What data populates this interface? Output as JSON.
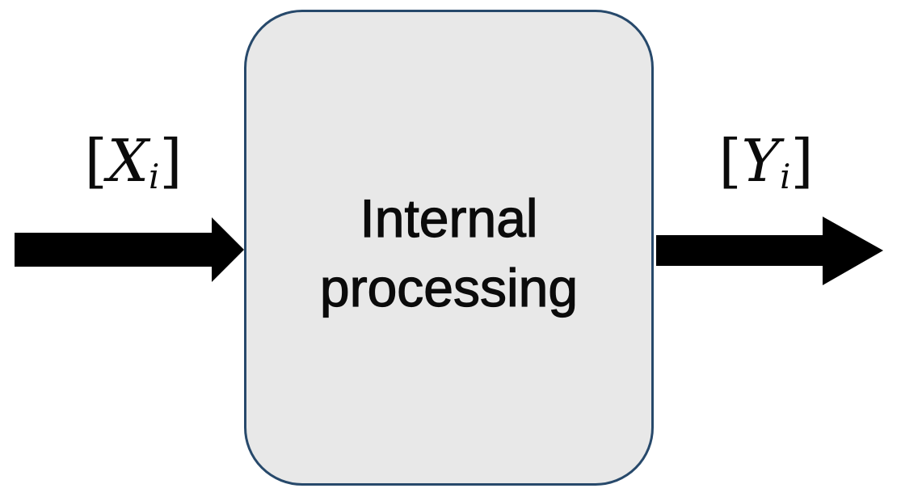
{
  "diagram": {
    "box": {
      "label_line1": "Internal",
      "label_line2": "processing"
    },
    "labels": {
      "input": {
        "open": "[",
        "symbol": "X",
        "subscript": "i",
        "close": "]"
      },
      "output": {
        "open": "[",
        "symbol": "Y",
        "subscript": "i",
        "close": "]"
      }
    }
  },
  "colors": {
    "box_fill": "#e8e8e8",
    "box_border": "#27496b",
    "arrow_color": "#000000",
    "text_color": "#0b0b0b",
    "background": "#ffffff"
  }
}
